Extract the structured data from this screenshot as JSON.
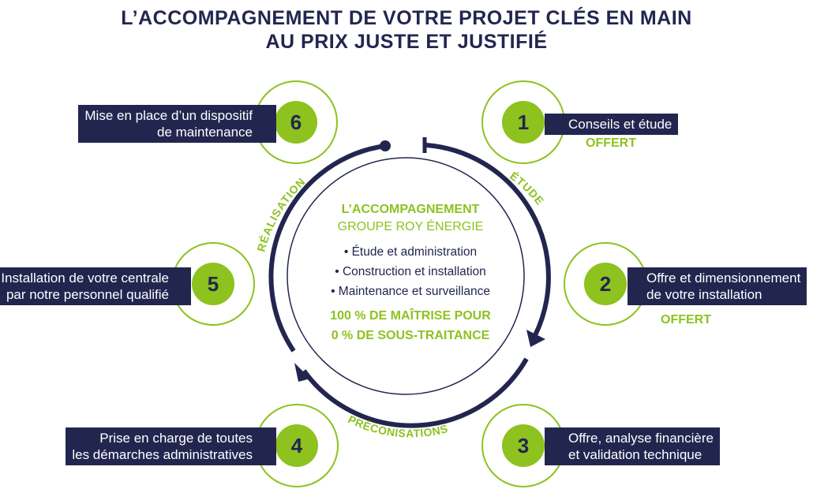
{
  "title": {
    "line1": "L’ACCOMPAGNEMENT DE VOTRE PROJET CLÉS EN MAIN",
    "line2": "AU PRIX JUSTE ET JUSTIFIÉ"
  },
  "center": {
    "heading": "L’ACCOMPAGNEMENT",
    "subheading": "GROUPE ROY ÉNERGIE",
    "bullets": [
      "• Étude et administration",
      "• Construction et installation",
      "• Maintenance et surveillance"
    ],
    "footer_line1": "100 % DE MAÎTRISE POUR",
    "footer_line2": "0 % DE SOUS-TRAITANCE"
  },
  "cycle_labels": {
    "etude": "ÉTUDE",
    "preconisations": "PRÉCONISATIONS",
    "realisation": "RÉALISATION"
  },
  "steps": [
    {
      "number": "1",
      "lines": [
        "Conseils et étude"
      ],
      "badge": "OFFERT"
    },
    {
      "number": "2",
      "lines": [
        "Offre et dimensionnement",
        "de votre installation"
      ],
      "badge": "OFFERT"
    },
    {
      "number": "3",
      "lines": [
        "Offre, analyse financière",
        "et validation technique"
      ]
    },
    {
      "number": "4",
      "lines": [
        "Prise en charge de toutes",
        "les démarches administratives"
      ]
    },
    {
      "number": "5",
      "lines": [
        "Installation de votre centrale",
        "par notre personnel qualifié"
      ]
    },
    {
      "number": "6",
      "lines": [
        "Mise en place d’un dispositif",
        "de maintenance"
      ]
    }
  ],
  "colors": {
    "navy": "#22264f",
    "green": "#8dc21f"
  }
}
